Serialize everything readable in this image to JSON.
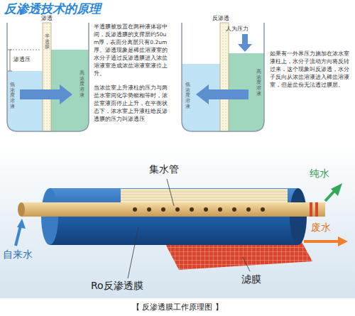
{
  "diagram": {
    "title": "反渗透技术的原理",
    "caption": "【 反渗透膜工作原理图 】",
    "labels": [
      "渗透",
      "半透膜",
      "渗透压",
      "低浓度溶液",
      "高浓度溶液",
      "半透膜被放置在两种液体容中间，反渗透膜的支撑层约50um厚，表面分离层只有0.2um厚。渗透现象是稀盐溶液室的水分子通过反渗透膜进入浓盐溶液室造成浓盐溶液室液位上升。",
      "当浓盐室上升液柱的压力与两盐水室间化学势能相等时，浓盐室液面停止上升，在平衡状态下，浓水室上升液柱给反渗透膜的压力叫渗透压",
      "反渗透",
      "人为压力",
      "低浓度溶液",
      "高浓度溶液",
      "如果有一外界压力施加在浓水室液柱上，水分子流动方向将反转过来，这个现象叫反渗透，水分子反向从浓盐溶液进入稀盐溶液室，但是盐份无法透过膜层。",
      "集水管",
      "纯水",
      "废水",
      "自来水",
      "滤膜",
      "Ro反渗透膜"
    ]
  }
}
